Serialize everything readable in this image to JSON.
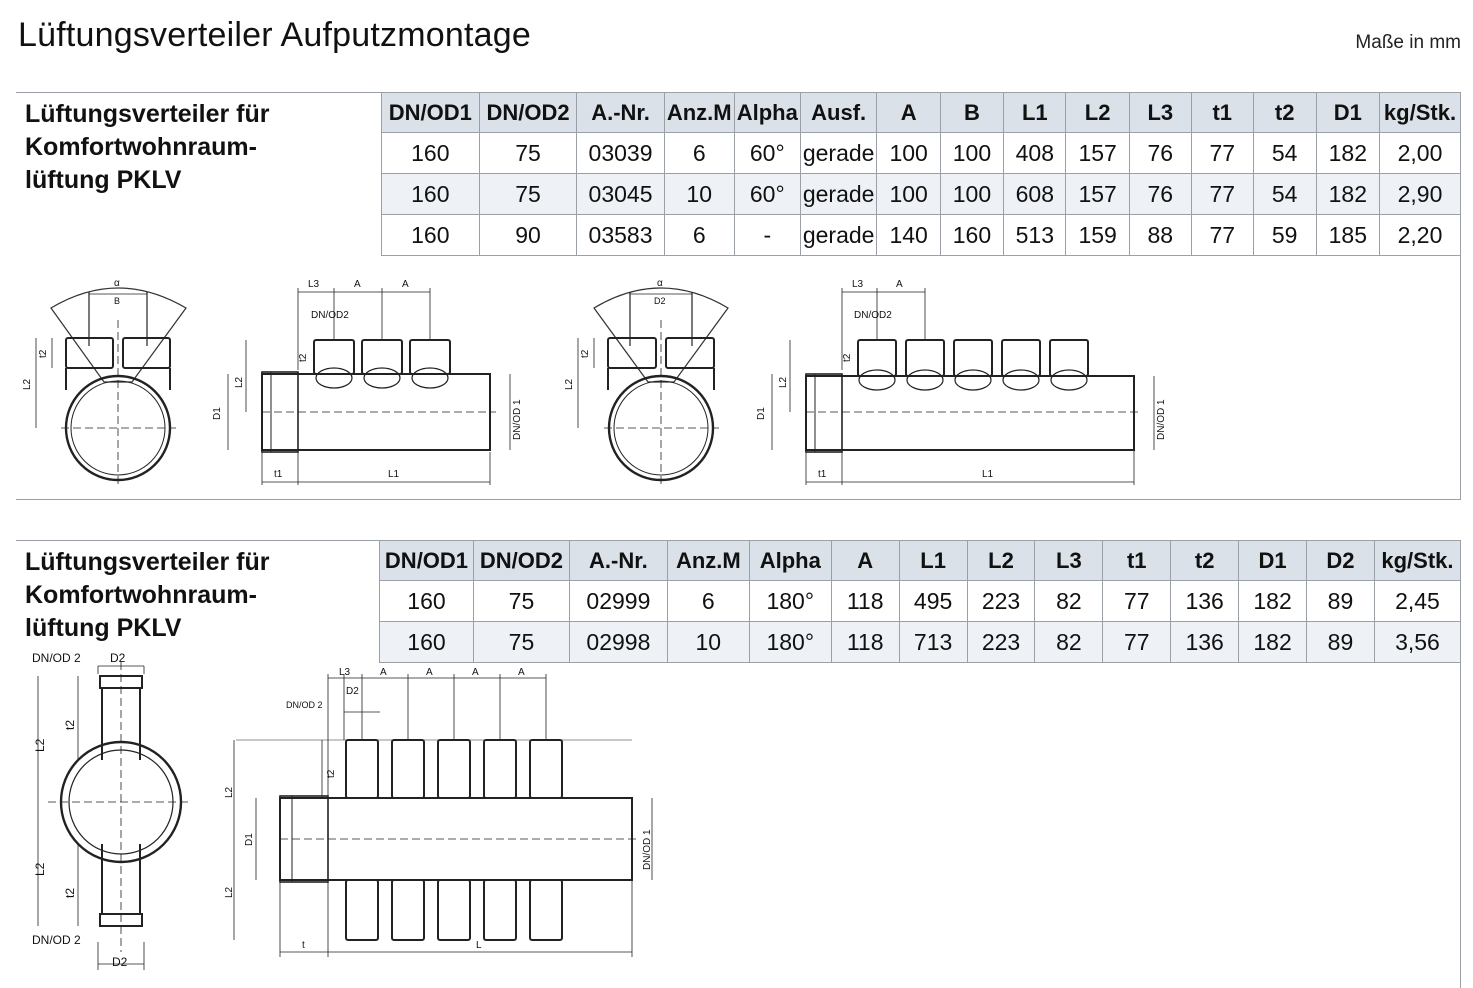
{
  "page": {
    "title": "Lüftungsverteiler Aufputzmontage",
    "units_note": "Maße in mm"
  },
  "section1": {
    "heading_lines": [
      "Lüftungsverteiler für",
      "Komfortwohnraum-",
      "lüftung PKLV"
    ],
    "table": {
      "headers": [
        "DN/OD1",
        "DN/OD2",
        "A.-Nr.",
        "Anz.M",
        "Alpha",
        "Ausf.",
        "A",
        "B",
        "L1",
        "L2",
        "L3",
        "t1",
        "t2",
        "D1",
        "kg/Stk."
      ],
      "rows": [
        [
          "160",
          "75",
          "03039",
          "6",
          "60°",
          "gerade",
          "100",
          "100",
          "408",
          "157",
          "76",
          "77",
          "54",
          "182",
          "2,00"
        ],
        [
          "160",
          "75",
          "03045",
          "10",
          "60°",
          "gerade",
          "100",
          "100",
          "608",
          "157",
          "76",
          "77",
          "54",
          "182",
          "2,90"
        ],
        [
          "160",
          "90",
          "03583",
          "6",
          "-",
          "gerade",
          "140",
          "160",
          "513",
          "159",
          "88",
          "77",
          "59",
          "185",
          "2,20"
        ]
      ]
    },
    "drawing_labels": {
      "alpha": "α",
      "b": "B",
      "d2": "D2",
      "t2": "t2",
      "l2": "L2",
      "d1": "D1",
      "l3": "L3",
      "a": "A",
      "dn_od2": "DN/OD2",
      "dn_od1": "DN/OD 1",
      "t1": "t1",
      "l1": "L1"
    }
  },
  "section2": {
    "heading_lines": [
      "Lüftungsverteiler für",
      "Komfortwohnraum-",
      "lüftung PKLV"
    ],
    "table": {
      "headers": [
        "DN/OD1",
        "DN/OD2",
        "A.-Nr.",
        "Anz.M",
        "Alpha",
        "A",
        "L1",
        "L2",
        "L3",
        "t1",
        "t2",
        "D1",
        "D2",
        "kg/Stk."
      ],
      "rows": [
        [
          "160",
          "75",
          "02999",
          "6",
          "180°",
          "118",
          "495",
          "223",
          "82",
          "77",
          "136",
          "182",
          "89",
          "2,45"
        ],
        [
          "160",
          "75",
          "02998",
          "10",
          "180°",
          "118",
          "713",
          "223",
          "82",
          "77",
          "136",
          "182",
          "89",
          "3,56"
        ]
      ]
    },
    "drawing_labels": {
      "dn_od_2": "DN/OD 2",
      "d2": "D2",
      "t2": "t2",
      "l2": "L2",
      "l3": "L3",
      "a": "A",
      "d1": "D1",
      "dn_od_1": "DN/OD 1",
      "t": "t",
      "l": "L"
    }
  }
}
